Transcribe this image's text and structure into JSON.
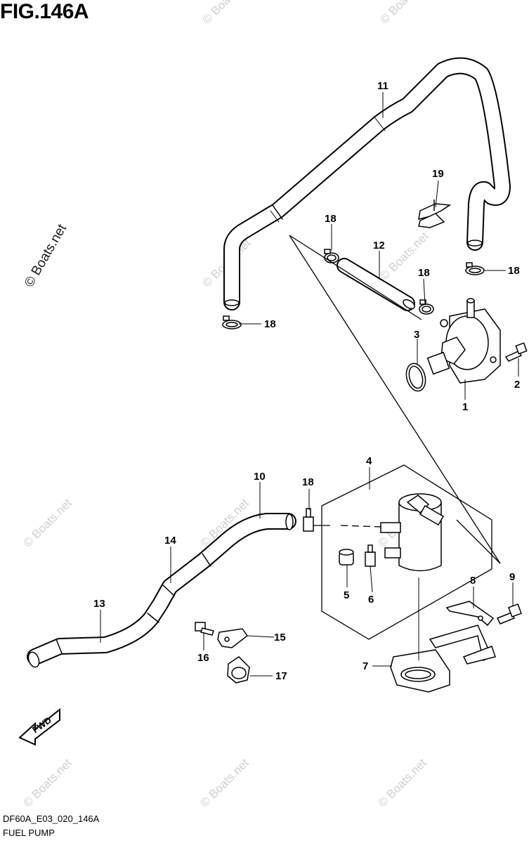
{
  "header": {
    "title": "FIG.146A"
  },
  "footer": {
    "code": "DF60A_E03_020_146A",
    "caption": "FUEL PUMP"
  },
  "watermark": {
    "text": "© Boats.net"
  },
  "fwd_label": "FWD",
  "callouts": {
    "p1": "1",
    "p2": "2",
    "p3": "3",
    "p4": "4",
    "p5": "5",
    "p6": "6",
    "p7": "7",
    "p8": "8",
    "p9": "9",
    "p10": "10",
    "p11": "11",
    "p12": "12",
    "p13": "13",
    "p14": "14",
    "p15": "15",
    "p16": "16",
    "p17": "17",
    "p18a": "18",
    "p18b": "18",
    "p18c": "18",
    "p18d": "18",
    "p18e": "18",
    "p19": "19"
  }
}
